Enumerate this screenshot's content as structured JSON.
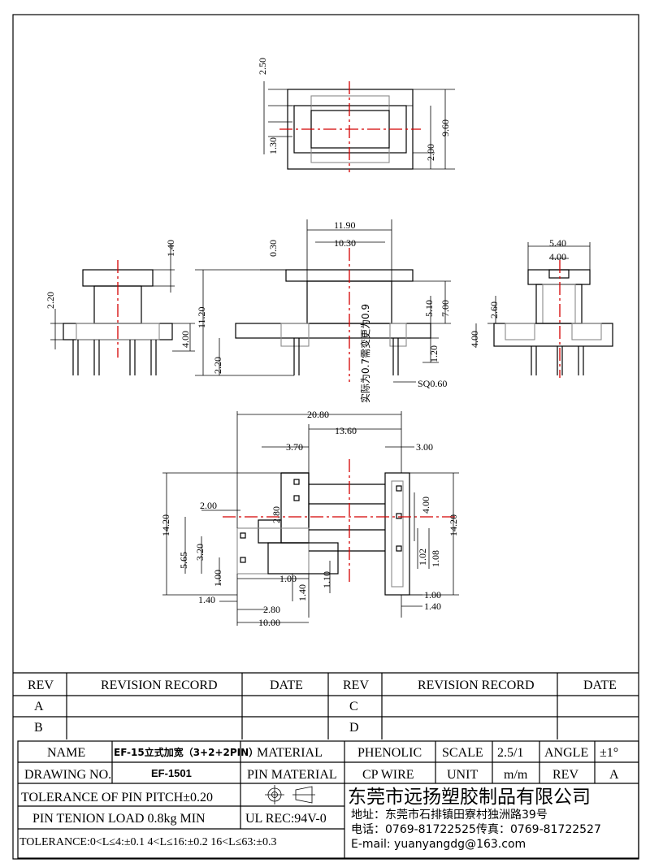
{
  "top_view_dims": {
    "d1": "2.50",
    "d2": "1.30",
    "d3": "9.60",
    "d4": "2.00"
  },
  "left_view_dims": {
    "d1": "1.40",
    "d2": "2.20",
    "d3": "4.00"
  },
  "front_view_dims": {
    "d1": "11.90",
    "d2": "10.30",
    "d3": "0.30",
    "d4": "11.20",
    "d5": "2.20",
    "d6": "5.10",
    "d7": "7.00",
    "d8": "1.20",
    "d9": "SQ0.60",
    "note": "实际为0.7需变更为0.9"
  },
  "right_view_dims": {
    "d1": "5.40",
    "d2": "4.00",
    "d3": "2.60",
    "d4": "4.00"
  },
  "bottom_view_dims": {
    "d1": "20.80",
    "d2": "13.60",
    "d3": "3.70",
    "d4": "3.00",
    "d5": "2.00",
    "d6": "2.80",
    "d7": "14.20",
    "d8": "4.00",
    "d9": "14.20",
    "d10": "5.65",
    "d11": "3.20",
    "d12": "1.00",
    "d13": "1.00",
    "d14": "1.40",
    "d15": "1.10",
    "d16": "1.40",
    "d17": "2.80",
    "d18": "10.00",
    "d19": "1.02",
    "d20": "1.08",
    "d21": "1.00",
    "d22": "1.40"
  },
  "revision": {
    "rev_header": "REV",
    "record_header": "REVISION RECORD",
    "date_header": "DATE",
    "rows_left": [
      "A",
      "B"
    ],
    "rows_right": [
      "C",
      "D"
    ]
  },
  "title_block": {
    "name_label": "NAME",
    "name_value": "EF-15立式加宽（3+2+2PIN）",
    "material_label": "MATERIAL",
    "material_value": "PHENOLIC",
    "scale_label": "SCALE",
    "scale_value": "2.5/1",
    "angle_label": "ANGLE",
    "angle_value": "±1°",
    "drawing_no_label": "DRAWING NO.",
    "drawing_no_value": "EF-1501",
    "pin_material_label": "PIN MATERIAL",
    "pin_material_value": "CP WIRE",
    "unit_label": "UNIT",
    "unit_value": "m/m",
    "rev_label": "REV",
    "rev_value": "A",
    "tolerance_pitch": "TOLERANCE OF PIN PITCH±0.20",
    "pin_tension": "PIN TENION LOAD 0.8kg MIN",
    "ul_rec": "UL REC:94V-0",
    "tolerance_general": "TOLERANCE:0<L≤4:±0.1  4<L≤16:±0.2  16<L≤63:±0.3",
    "company": "东莞市远扬塑胶制品有限公司",
    "address": "地址：东莞市石排镇田寮村独洲路39号",
    "phone": "电话：0769-81722525传真：0769-81722527",
    "email": "E-mail: yuanyangdg@163.com"
  }
}
